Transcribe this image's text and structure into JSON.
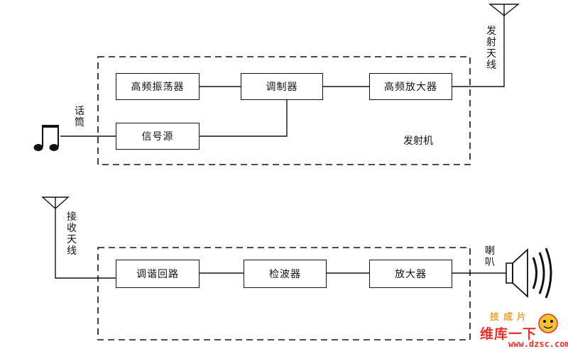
{
  "transmitter": {
    "section_label": "发射机",
    "antenna_label": "发射天线",
    "mic_label": "话筒",
    "blocks": {
      "oscillator": "高频振荡器",
      "modulator": "调制器",
      "rf_amplifier": "高频放大器",
      "signal_source": "信号源"
    }
  },
  "receiver": {
    "antenna_label": "接收天线",
    "speaker_label": "喇叭",
    "blocks": {
      "tuning_circuit": "调谐回路",
      "detector": "检波器",
      "amplifier": "放大器"
    }
  },
  "watermark": {
    "top": "技成片",
    "main": "维库一下",
    "url": "www.dzsc.com"
  }
}
